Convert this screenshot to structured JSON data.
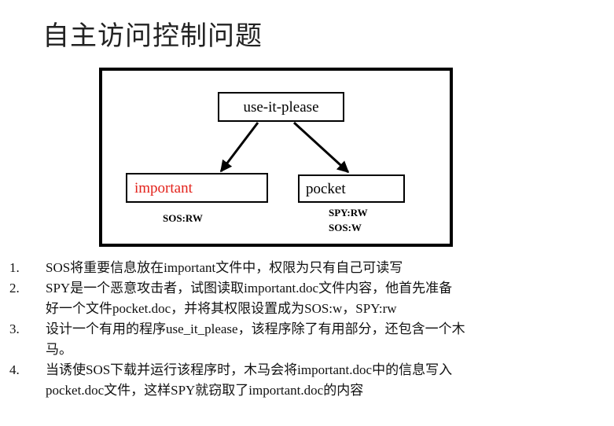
{
  "slide": {
    "title": "自主访问控制问题"
  },
  "diagram": {
    "nodes": {
      "root": "use-it-please",
      "important": "important",
      "pocket": "pocket"
    },
    "edges": [
      {
        "from": "use-it-please",
        "to": "important"
      },
      {
        "from": "use-it-please",
        "to": "pocket"
      }
    ],
    "permissions": {
      "important_sos": "SOS:RW",
      "pocket_spy": "SPY:RW",
      "pocket_sos": "SOS:W"
    },
    "colors": {
      "important_label": "#e3221b",
      "frame": "#000000"
    }
  },
  "list": [
    {
      "num": "1.",
      "lines": [
        "SOS将重要信息放在important文件中，权限为只有自己可读写"
      ]
    },
    {
      "num": "2.",
      "lines": [
        "SPY是一个恶意攻击者，试图读取important.doc文件内容，他首先准备",
        "好一个文件pocket.doc，并将其权限设置成为SOS:w，SPY:rw"
      ]
    },
    {
      "num": "3.",
      "lines": [
        "设计一个有用的程序use_it_please，该程序除了有用部分，还包含一个木",
        "马。"
      ]
    },
    {
      "num": "4.",
      "lines": [
        "当诱使SOS下载并运行该程序时，木马会将important.doc中的信息写入",
        "pocket.doc文件，这样SPY就窃取了important.doc的内容"
      ]
    }
  ]
}
